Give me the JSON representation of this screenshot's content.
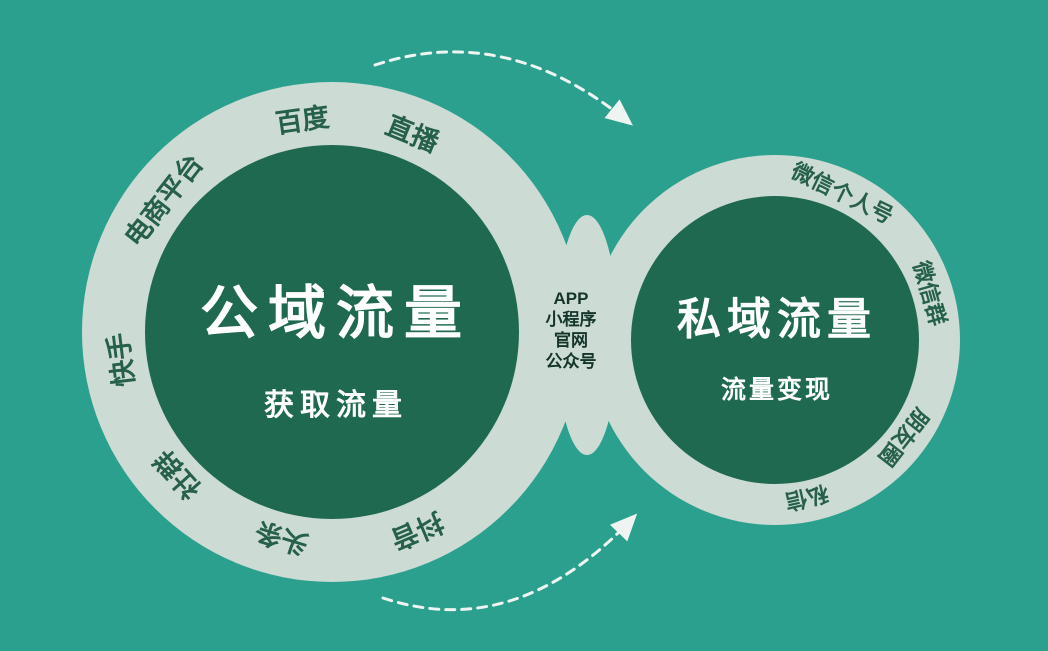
{
  "diagram": {
    "left_circle": {
      "title": "公域流量",
      "subtitle": "获取流量",
      "ring_labels": [
        "百度",
        "直播",
        "电商平台",
        "快手",
        "社群",
        "头条",
        "抖音"
      ]
    },
    "right_circle": {
      "title": "私域流量",
      "subtitle": "流量变现",
      "ring_labels": [
        "微信个人号",
        "微信群",
        "朋友圈",
        "私信"
      ]
    },
    "connector": {
      "lines": [
        "APP",
        "小程序",
        "官网",
        "公众号"
      ]
    },
    "colors": {
      "background": "#2ba08e",
      "ring": "#ccdbd3",
      "inner_circle": "#1f6951",
      "ring_text": "#26604b",
      "title_text": "#ffffff",
      "connector_text": "#14352a",
      "arrow": "#eef4f1"
    }
  }
}
